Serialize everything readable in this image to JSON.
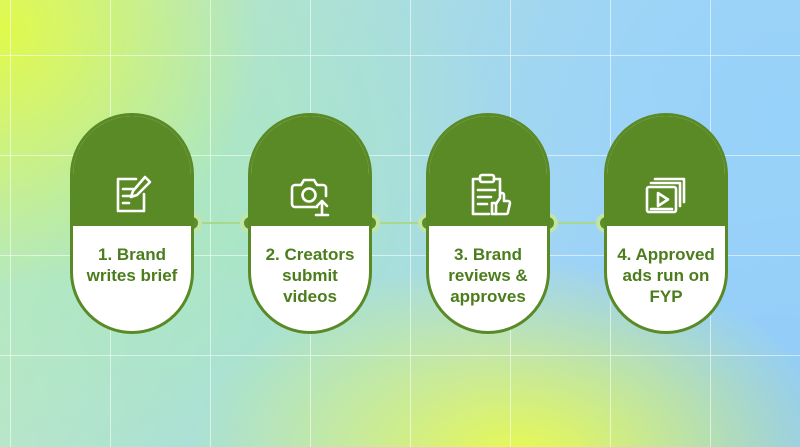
{
  "colors": {
    "pill_green": "#5a8a26",
    "text_green": "#4b7d1c",
    "connector": "#a8d88c",
    "pill_body": "#ffffff"
  },
  "steps": [
    {
      "label": "1. Brand writes brief",
      "icon": "edit-document-icon"
    },
    {
      "label": "2. Creators submit videos",
      "icon": "camera-upload-icon"
    },
    {
      "label": "3. Brand reviews & approves",
      "icon": "clipboard-thumbs-up-icon"
    },
    {
      "label": "4. Approved ads run on FYP",
      "icon": "video-stack-play-icon"
    }
  ]
}
